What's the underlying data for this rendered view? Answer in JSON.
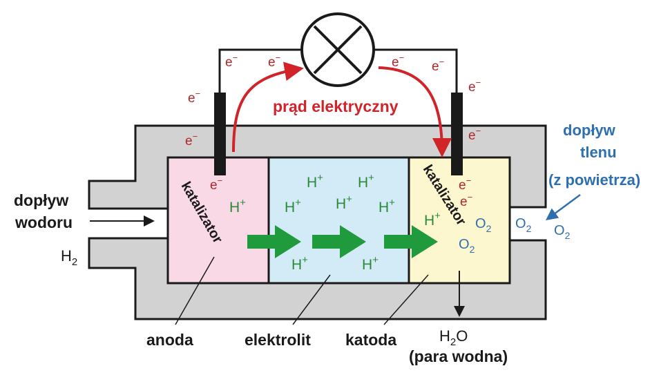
{
  "labels": {
    "prad": "prąd elektryczny",
    "doplyw_wodoru_1": "dopływ",
    "doplyw_wodoru_2": "wodoru",
    "h2": "H",
    "h2_sub": "2",
    "doplyw_tlenu_1": "dopływ",
    "doplyw_tlenu_2": "tlenu",
    "doplyw_tlenu_3": "(z powietrza)",
    "katalizator_left": "katalizator",
    "katalizator_right": "katalizator",
    "anoda": "anoda",
    "elektrolit": "elektrolit",
    "katoda": "katoda",
    "h2o": "H",
    "h2o_sub": "2",
    "h2o_o": "O",
    "para_wodna": "(para wodna)"
  },
  "electron": {
    "base": "e",
    "charge": "−"
  },
  "proton": {
    "base": "H",
    "charge": "+"
  },
  "oxygen": {
    "base": "O",
    "sub": "2"
  },
  "colors": {
    "housing": "#d2d2d2",
    "anode": "#f9d9e6",
    "electrolyte": "#d3eaf7",
    "cathode": "#fdf7cf",
    "electron_text": "#b3262b",
    "proton_text": "#2a8a3a",
    "oxygen_text": "#2e6fb0",
    "current_arrow": "#d0232a",
    "flow_arrow": "#1f9a3c"
  },
  "icons": {
    "lamp": "lamp-icon",
    "flow_arrow": "right-arrow-icon"
  }
}
